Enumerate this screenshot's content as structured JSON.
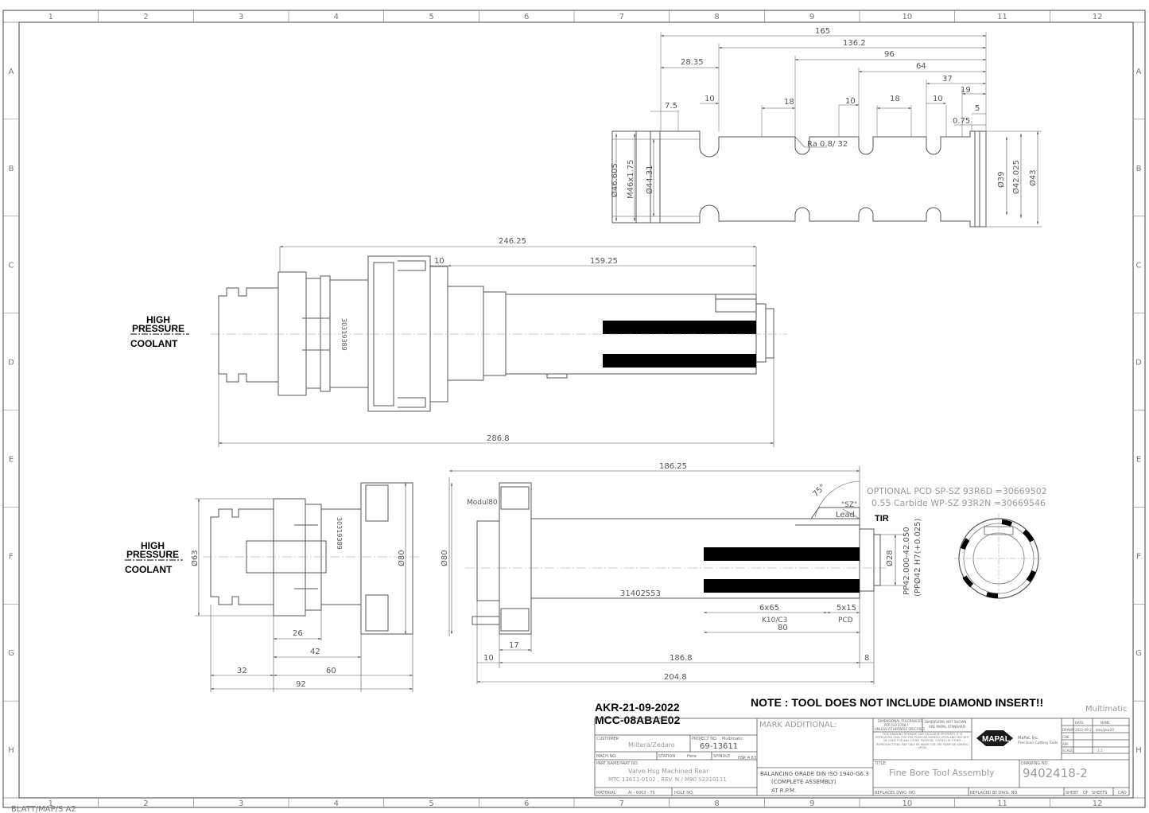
{
  "frame": {
    "columns": [
      "1",
      "2",
      "3",
      "4",
      "5",
      "6",
      "7",
      "8",
      "9",
      "10",
      "11",
      "12"
    ],
    "rows": [
      "A",
      "B",
      "C",
      "D",
      "E",
      "F",
      "G",
      "H"
    ],
    "sheet_ref": "BLATT/MAP/S A2"
  },
  "top_view": {
    "dims_h": [
      "165",
      "136.2",
      "96",
      "64",
      "37",
      "19",
      "28.35",
      "10",
      "18",
      "10",
      "18",
      "10",
      "7.5",
      "5",
      "0.75"
    ],
    "dims_v": [
      "Ø46.605",
      "M46x1.75",
      "Ø44.31",
      "Ø39",
      "Ø42.025",
      "Ø43"
    ],
    "roughness": "Ra 0.8/ 32"
  },
  "middle_view": {
    "dim_246": "246.25",
    "dim_159": "159.25",
    "dim_10": "10",
    "dim_286": "286.8",
    "part_no": "30319389"
  },
  "coolant_1": {
    "line1": "HIGH",
    "line2": "PRESSURE",
    "line3": "COOLANT"
  },
  "coolant_2": {
    "line1": "HIGH",
    "line2": "PRESSURE",
    "line3": "COOLANT"
  },
  "bottom_left": {
    "d63": "Ø63",
    "d80": "Ø80",
    "d26": "26",
    "d42": "42",
    "d32": "32",
    "d60": "60",
    "d92": "92",
    "part_no": "30319389"
  },
  "bottom_right": {
    "d186_25": "186.25",
    "modul": "Modul80",
    "d80": "Ø80",
    "part_no": "31402553",
    "d6x65": "6x65",
    "d5x15": "5x15",
    "k10": "K10/C3",
    "pcd": "PCD",
    "d80b": "80",
    "d17": "17",
    "d10": "10",
    "d186_8": "186.8",
    "d8": "8",
    "d204_8": "204.8",
    "angle": "75°",
    "sz": "\"SZ\"",
    "lead": "Lead",
    "tir": "TIR",
    "d28": "Ø28",
    "pp": "PP42.000-42.050",
    "pp2": "(PPØ42 H7(+0.025)",
    "opt1": "OPTIONAL PCD SP-SZ 93R6D =30669502",
    "opt2": "0.55  Carbide WP-SZ 93R2N =30669546"
  },
  "notes": {
    "date": "AKR-21-09-2022",
    "code": "MCC-08ABAE02",
    "note": "NOTE : TOOL DOES NOT INCLUDE DIAMOND INSERT!!",
    "multimatic": "Multimatic"
  },
  "title_block": {
    "customer_label": "CUSTOMER",
    "customer": "Miltera/Zedaro",
    "project_label": "PROJECT NO.",
    "project_owner": "Multimatic",
    "project": "69-13611",
    "machine_label": "MACH.NO.",
    "station_label": "STATION",
    "station": "Here",
    "spindle_label": "SPINDLE",
    "spindle": "HSK A 63",
    "partname_label": "PART NAME/PART NO.",
    "partname1": "Valve Hsg Machined  Rear",
    "partname2": "MTC 13611-0102 , REV. N / M90   S2310111",
    "material_label": "MATERIAL",
    "material": "Al - 6063 - T6",
    "hole_label": "HOLE NO.",
    "mark": "MARK ADDITIONAL:",
    "balancing1": "BALANCING GRADE DIN ISO 1940-G6.3",
    "balancing2": "(COMPLETE ASSEMBLY)",
    "balancing3": "AT          R.P.M.",
    "tol1": "DIMENSIONAL TOLERANCES",
    "tol2": "PER ISO 2768-f",
    "tol3": "UNLESS OTHERWISE SPECIFIED",
    "dns1": "DIMENSIONS NOT SHOWN",
    "dns2": "ARE MAPAL STANDARD",
    "legal": "THIS DRAWING REMAINS OUR EXCLUSIVE PROPERTY. IT IS ENTRUSTED ONLY FOR THE PURPOSE AGREED UPON AND MAY NOT BE USED FOR ANY OTHER PURPOSE. COPIES OR OTHER REPRODUCTIONS MAY ONLY BE MADE FOR THE PURPOSE AGREED UPON.",
    "logo": "MAPAL",
    "logo_sub1": "MaPaL Inc.",
    "logo_sub2": "Precision Cutting Tools",
    "drawn_label": "DRAWN",
    "drawn_date": "2022-09-21",
    "drawn_name": "alex/pkw20",
    "chk_label": "CHK.",
    "app_label": "APP.",
    "scale_label": "SCALE",
    "scale": "1:1",
    "date_label": "DATE",
    "name_label": "NAME",
    "title_label": "TITLE:",
    "title": "Fine Bore Tool Assembly",
    "drawing_label": "DRAWING NO.",
    "drawing_no": "9402418-2",
    "replaces_label": "REPLACES DWG. NO.",
    "replaced_label": "REPLACED BY DWG. NO.",
    "sheet_label": "SHEET",
    "of_label": "OF",
    "sheets_label": "SHEETS",
    "cad_label": "CAD"
  }
}
